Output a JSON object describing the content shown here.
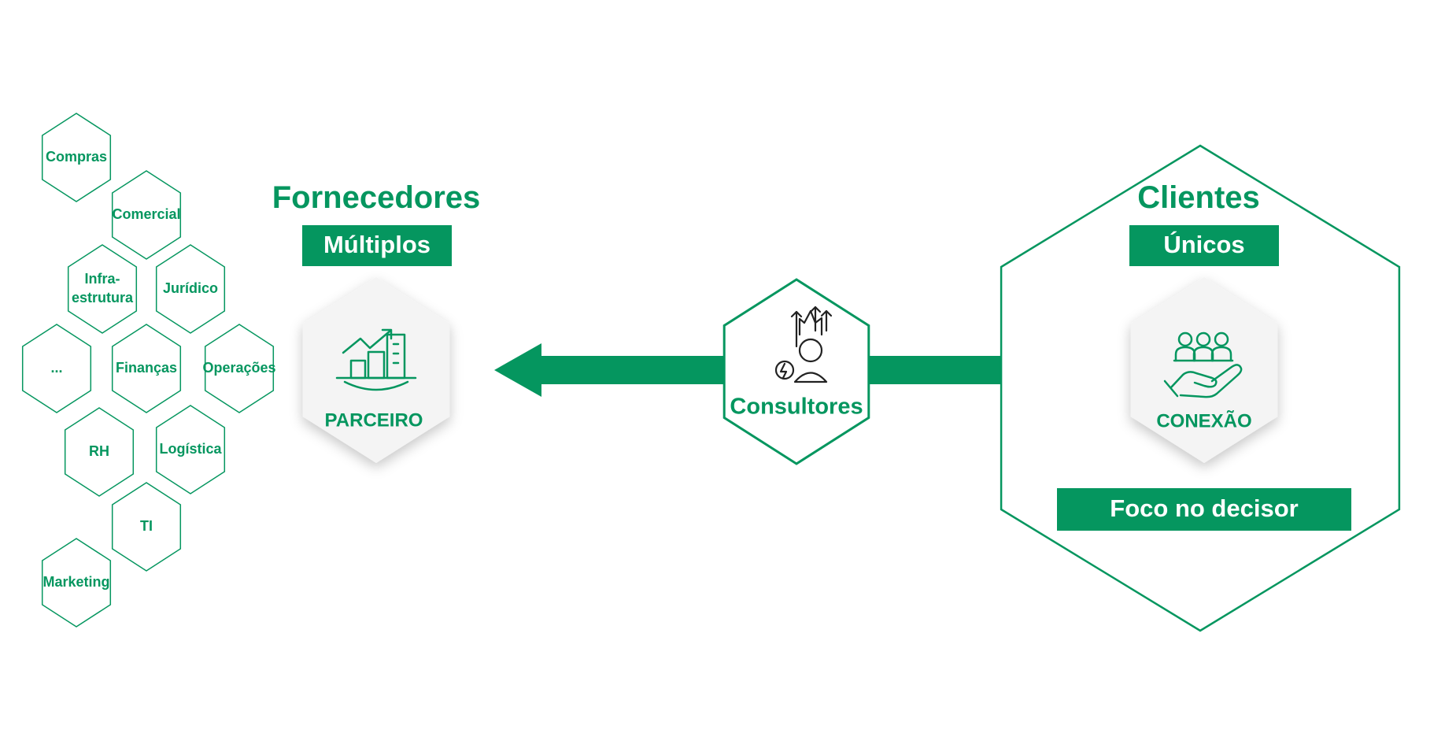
{
  "colors": {
    "accent": "#05965f",
    "panel": "#f4f4f4",
    "outline": "#d8d9bf"
  },
  "areas": [
    {
      "key": "compras",
      "label": "Compras"
    },
    {
      "key": "comercial",
      "label": "Comercial"
    },
    {
      "key": "infra",
      "label": "Infra-",
      "label2": "estrutura"
    },
    {
      "key": "juridico",
      "label": "Jurídico"
    },
    {
      "key": "etc",
      "label": "..."
    },
    {
      "key": "financas",
      "label": "Finanças"
    },
    {
      "key": "operacoes",
      "label": "Operações"
    },
    {
      "key": "rh",
      "label": "RH"
    },
    {
      "key": "logistica",
      "label": "Logística"
    },
    {
      "key": "ti",
      "label": "TI"
    },
    {
      "key": "marketing",
      "label": "Marketing"
    }
  ],
  "fornecedores": {
    "title": "Fornecedores",
    "badge": "Múltiplos",
    "node_label": "PARCEIRO",
    "icon": "growth-buildings-icon"
  },
  "consultores": {
    "label": "Consultores",
    "icon": "consultant-growth-icon"
  },
  "clientes": {
    "title": "Clientes",
    "badge": "Únicos",
    "node_label": "CONEXÃO",
    "footer": "Foco no decisor",
    "icon": "people-hand-icon"
  }
}
